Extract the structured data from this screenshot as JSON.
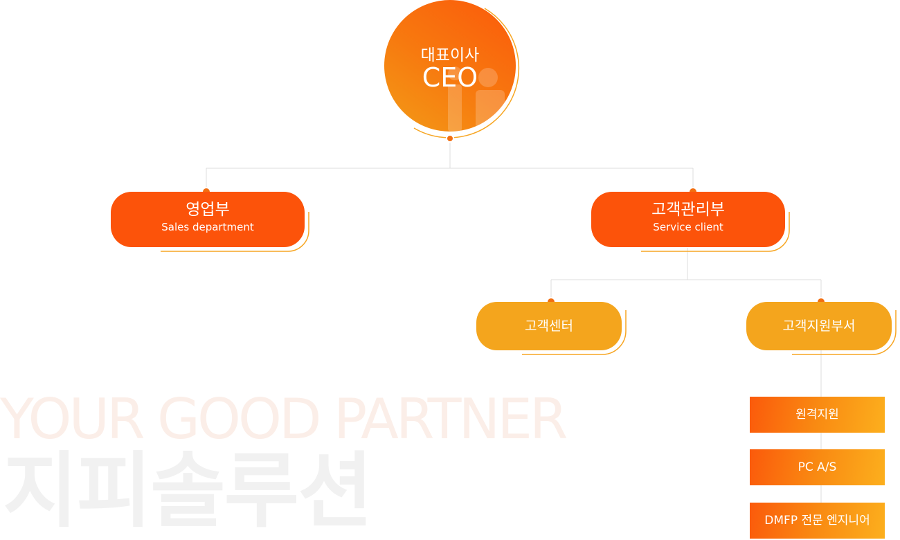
{
  "watermark": {
    "english": "YOUR GOOD PARTNER",
    "korean": "지피솔루션"
  },
  "ceo": {
    "title_ko": "대표이사",
    "title_en": "CEO"
  },
  "departments": [
    {
      "title": "영업부",
      "subtitle": "Sales department"
    },
    {
      "title": "고객관리부",
      "subtitle": "Service client"
    }
  ],
  "teams": [
    {
      "title": "고객센터"
    },
    {
      "title": "고객지원부서"
    }
  ],
  "services": [
    {
      "title": "원격지원"
    },
    {
      "title": "PC A/S"
    },
    {
      "title": "DMFP 전문 엔지니어"
    }
  ],
  "colors": {
    "primary_orange": "#fc530a",
    "amber": "#f4a51d",
    "ring": "#f7a623",
    "connector": "#dcdcdc"
  }
}
